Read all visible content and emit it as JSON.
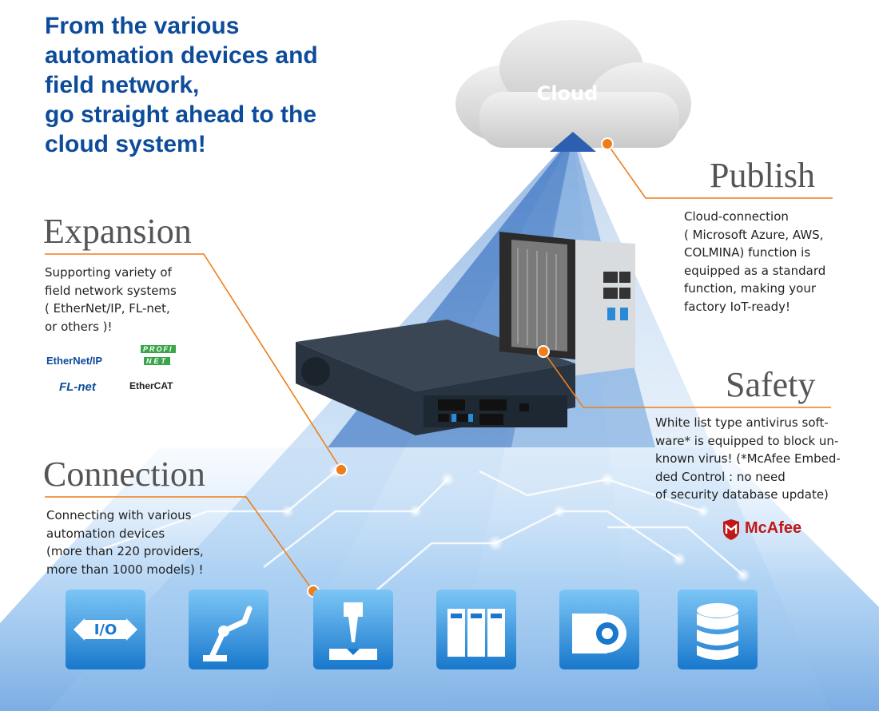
{
  "headline": {
    "lines": [
      "From the various",
      "automation devices and",
      "field network,",
      "go straight ahead to the",
      "cloud system!"
    ]
  },
  "cloud": {
    "label": "Cloud"
  },
  "sections": {
    "expansion": {
      "title": "Expansion",
      "lines": [
        "Supporting variety of",
        "field network systems",
        "( EtherNet/IP, FL-net,",
        " or others )!"
      ]
    },
    "connection": {
      "title": "Connection",
      "lines": [
        "Connecting with various",
        "automation devices",
        "(more than 220 providers,",
        " more than 1000 models) !"
      ]
    },
    "publish": {
      "title": "Publish",
      "lines": [
        "Cloud-connection",
        "( Microsoft Azure, AWS,",
        "COLMINA) function is",
        "equipped as a standard",
        "function, making your",
        "factory IoT-ready!"
      ]
    },
    "safety": {
      "title": "Safety",
      "lines": [
        "White list type antivirus soft-",
        "ware* is equipped to block un-",
        "known virus! (*McAfee Embed-",
        "ded Control : no need",
        "of security database update)"
      ]
    }
  },
  "logos": {
    "ethernet_ip": "EtherNet/IP",
    "profinet_top": "PROFI",
    "profinet_bottom": "NET",
    "flnet": "FL-net",
    "ethercat": "EtherCAT",
    "mcafee": "McAfee"
  },
  "tile_icons": [
    "io-icon",
    "robot-arm-icon",
    "drill-press-icon",
    "control-cabinet-icon",
    "camera-icon",
    "database-icon"
  ],
  "colors": {
    "headline": "#0d4c9b",
    "accent_orange": "#ef7d1a",
    "section_title": "#555555",
    "tile_blue": "#1e88d8",
    "mcafee_red": "#c01818"
  },
  "icons": [
    "cloud-icon",
    "arrow-up-icon",
    "industrial-pc-icon",
    "mcafee-shield-icon"
  ]
}
